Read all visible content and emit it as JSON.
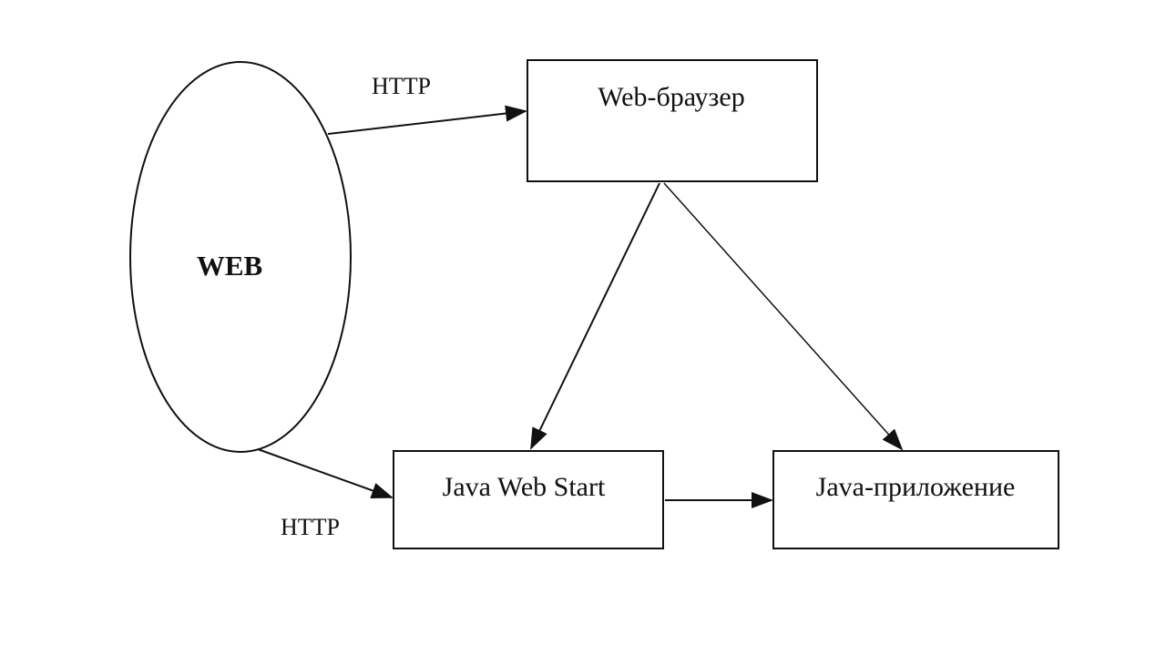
{
  "nodes": {
    "web": "WEB",
    "browser": "Web-браузер",
    "javaws": "Java Web Start",
    "app": "Java-приложение"
  },
  "edge_labels": {
    "web_to_browser": "HTTP",
    "web_to_javaws": "HTTP"
  },
  "colors": {
    "stroke": "#111111",
    "background": "#ffffff"
  }
}
